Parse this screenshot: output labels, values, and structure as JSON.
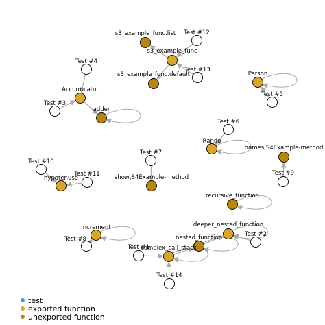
{
  "colors": {
    "test": "#ffffff",
    "exported": "#d9a52b",
    "unexported": "#b8860b",
    "edge": "#aaaaaa",
    "legend_test": "#5b8fd9"
  },
  "nodes": [
    {
      "id": "s3_example_func.list",
      "label": "s3_example_func.list",
      "kind": "unexported"
    },
    {
      "id": "test12",
      "label": "Test #12",
      "kind": "test"
    },
    {
      "id": "s3_example_func",
      "label": "s3_example_func",
      "kind": "exported"
    },
    {
      "id": "test13",
      "label": "Test #13",
      "kind": "test"
    },
    {
      "id": "s3_example_func.default",
      "label": "s3_example_func.default",
      "kind": "unexported"
    },
    {
      "id": "test4",
      "label": "Test #4",
      "kind": "test"
    },
    {
      "id": "Accumulator",
      "label": "Accumulator",
      "kind": "exported"
    },
    {
      "id": "test3",
      "label": "Test #3",
      "kind": "test"
    },
    {
      "id": "adder",
      "label": "adder",
      "kind": "unexported"
    },
    {
      "id": "Person",
      "label": "Person",
      "kind": "exported"
    },
    {
      "id": "test5",
      "label": "Test #5",
      "kind": "test"
    },
    {
      "id": "test6",
      "label": "Test #6",
      "kind": "test"
    },
    {
      "id": "Rando",
      "label": "Rando",
      "kind": "exported"
    },
    {
      "id": "names_S4",
      "label": "names,S4Example-method",
      "kind": "unexported"
    },
    {
      "id": "test9",
      "label": "Test #9",
      "kind": "test"
    },
    {
      "id": "test7",
      "label": "Test #7",
      "kind": "test"
    },
    {
      "id": "show_S4",
      "label": "show,S4Example-method",
      "kind": "unexported"
    },
    {
      "id": "test10",
      "label": "Test #10",
      "kind": "test"
    },
    {
      "id": "hypotenuse",
      "label": "hypotenuse",
      "kind": "exported"
    },
    {
      "id": "test11",
      "label": "Test #11",
      "kind": "test"
    },
    {
      "id": "recursive_function",
      "label": "recursive_function",
      "kind": "unexported"
    },
    {
      "id": "deeper_nested_function",
      "label": "deeper_nested_function",
      "kind": "exported"
    },
    {
      "id": "test2",
      "label": "Test #2",
      "kind": "test"
    },
    {
      "id": "nested_function",
      "label": "nested_function",
      "kind": "unexported"
    },
    {
      "id": "increment",
      "label": "increment",
      "kind": "exported"
    },
    {
      "id": "test8",
      "label": "Test #8",
      "kind": "test"
    },
    {
      "id": "test1",
      "label": "Test #1",
      "kind": "test"
    },
    {
      "id": "complex_call_stack",
      "label": "complex_call_stack",
      "kind": "exported"
    },
    {
      "id": "test14",
      "label": "Test #14",
      "kind": "test"
    }
  ],
  "edges": [
    {
      "from": "s3_example_func",
      "to": "s3_example_func.list"
    },
    {
      "from": "s3_example_func",
      "to": "s3_example_func.default"
    },
    {
      "from": "test12",
      "to": "s3_example_func"
    },
    {
      "from": "test13",
      "to": "s3_example_func"
    },
    {
      "from": "test4",
      "to": "Accumulator"
    },
    {
      "from": "test3",
      "to": "Accumulator"
    },
    {
      "from": "Accumulator",
      "to": "adder"
    },
    {
      "from": "adder",
      "to": "adder"
    },
    {
      "from": "test5",
      "to": "Person"
    },
    {
      "from": "Person",
      "to": "Person"
    },
    {
      "from": "test6",
      "to": "Rando"
    },
    {
      "from": "Rando",
      "to": "Rando"
    },
    {
      "from": "test9",
      "to": "names_S4"
    },
    {
      "from": "test7",
      "to": "show_S4"
    },
    {
      "from": "test10",
      "to": "hypotenuse"
    },
    {
      "from": "test11",
      "to": "hypotenuse"
    },
    {
      "from": "recursive_function",
      "to": "recursive_function"
    },
    {
      "from": "test2",
      "to": "deeper_nested_function"
    },
    {
      "from": "deeper_nested_function",
      "to": "deeper_nested_function"
    },
    {
      "from": "nested_function",
      "to": "deeper_nested_function"
    },
    {
      "from": "complex_call_stack",
      "to": "nested_function"
    },
    {
      "from": "nested_function",
      "to": "nested_function"
    },
    {
      "from": "test1",
      "to": "complex_call_stack"
    },
    {
      "from": "test14",
      "to": "complex_call_stack"
    },
    {
      "from": "complex_call_stack",
      "to": "complex_call_stack"
    },
    {
      "from": "test8",
      "to": "increment"
    },
    {
      "from": "increment",
      "to": "increment"
    }
  ],
  "legend": [
    {
      "label": "test",
      "kind": "legend_test"
    },
    {
      "label": "exported function",
      "kind": "exported"
    },
    {
      "label": "unexported function",
      "kind": "unexported"
    }
  ]
}
